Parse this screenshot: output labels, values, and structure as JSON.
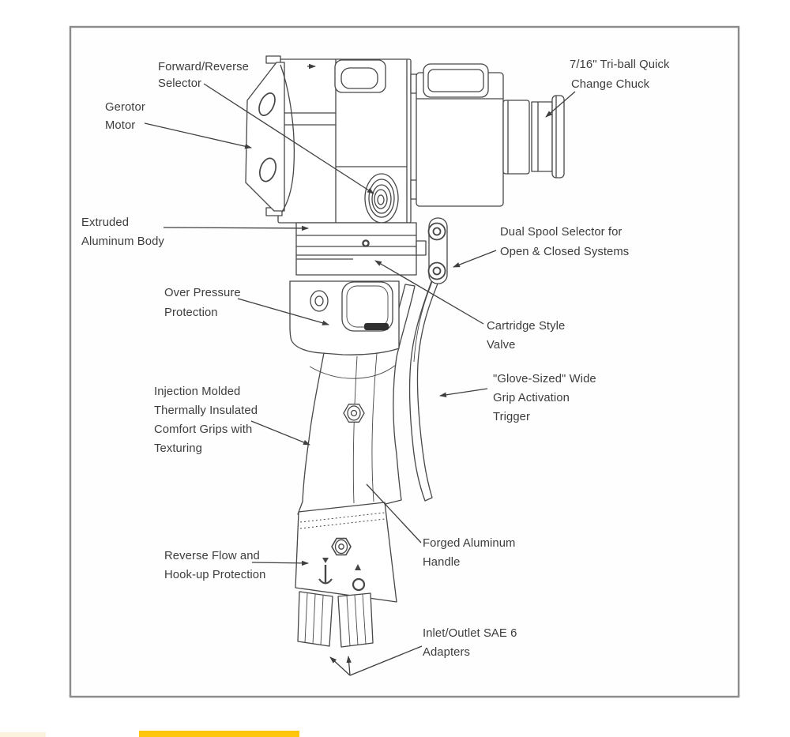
{
  "page": {
    "background": "#ffffff"
  },
  "frame": {
    "border_color": "#8b8b8b",
    "fill": "#fefefe"
  },
  "accent_bar": {
    "color": "#ffc60d"
  },
  "diagram": {
    "type": "labeled-technical-illustration",
    "subject": "Hydraulic impact tool side view with part callouts",
    "line_color": "#474747",
    "label_color": "#3d3d3d",
    "annotations": [
      {
        "id": "forward-reverse-selector",
        "lines": [
          "Forward/Reverse",
          "Selector"
        ]
      },
      {
        "id": "gerotor-motor",
        "lines": [
          "Gerotor",
          "Motor"
        ]
      },
      {
        "id": "quick-change-chuck",
        "lines": [
          "7/16\" Tri-ball Quick",
          "Change Chuck"
        ]
      },
      {
        "id": "extruded-aluminum-body",
        "lines": [
          "Extruded",
          "Aluminum Body"
        ]
      },
      {
        "id": "dual-spool-selector",
        "lines": [
          "Dual Spool Selector for",
          "Open & Closed Systems"
        ]
      },
      {
        "id": "over-pressure-protection",
        "lines": [
          "Over Pressure",
          "Protection"
        ]
      },
      {
        "id": "cartridge-style-valve",
        "lines": [
          "Cartridge Style",
          "Valve"
        ]
      },
      {
        "id": "grip-activation-trigger",
        "lines": [
          "\"Glove-Sized\" Wide",
          "Grip Activation",
          "Trigger"
        ]
      },
      {
        "id": "comfort-grips",
        "lines": [
          "Injection Molded",
          "Thermally Insulated",
          "Comfort Grips with",
          "Texturing"
        ]
      },
      {
        "id": "reverse-flow-protection",
        "lines": [
          "Reverse Flow and",
          "Hook-up Protection"
        ]
      },
      {
        "id": "forged-aluminum-handle",
        "lines": [
          "Forged Aluminum",
          "Handle"
        ]
      },
      {
        "id": "inlet-outlet-adapters",
        "lines": [
          "Inlet/Outlet SAE 6",
          "Adapters"
        ]
      }
    ]
  }
}
